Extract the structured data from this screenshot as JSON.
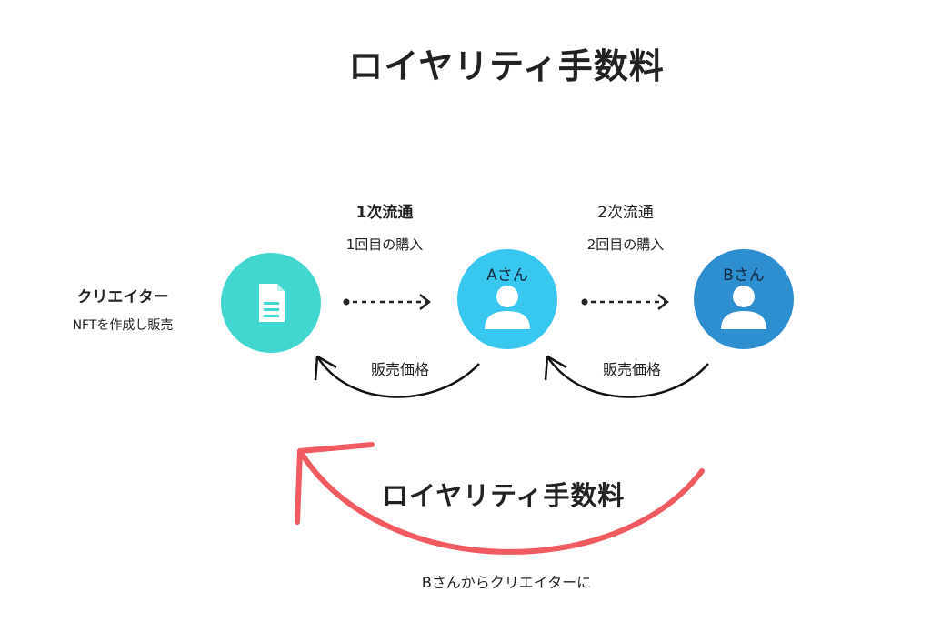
{
  "title": "ロイヤリティ手数料",
  "creator": {
    "name": "クリエイター",
    "description": "NFTを作成し販売"
  },
  "primary": {
    "title": "1次流通",
    "subtitle": "1回目の購入"
  },
  "secondary": {
    "title": "2次流通",
    "subtitle": "2回目の購入"
  },
  "person_a": {
    "label": "Aさん"
  },
  "person_b": {
    "label": "Bさん"
  },
  "sale_price_1": "販売価格",
  "sale_price_2": "販売価格",
  "royalty": {
    "label": "ロイヤリティ手数料",
    "note": "Bさんからクリエイターに"
  },
  "colors": {
    "creator": "#42D6D0",
    "person_a": "#38C7EE",
    "person_b": "#2D8FD0",
    "royalty_arrow": "#F05A60"
  },
  "icons": {
    "creator": "document-icon",
    "person": "user-icon"
  }
}
